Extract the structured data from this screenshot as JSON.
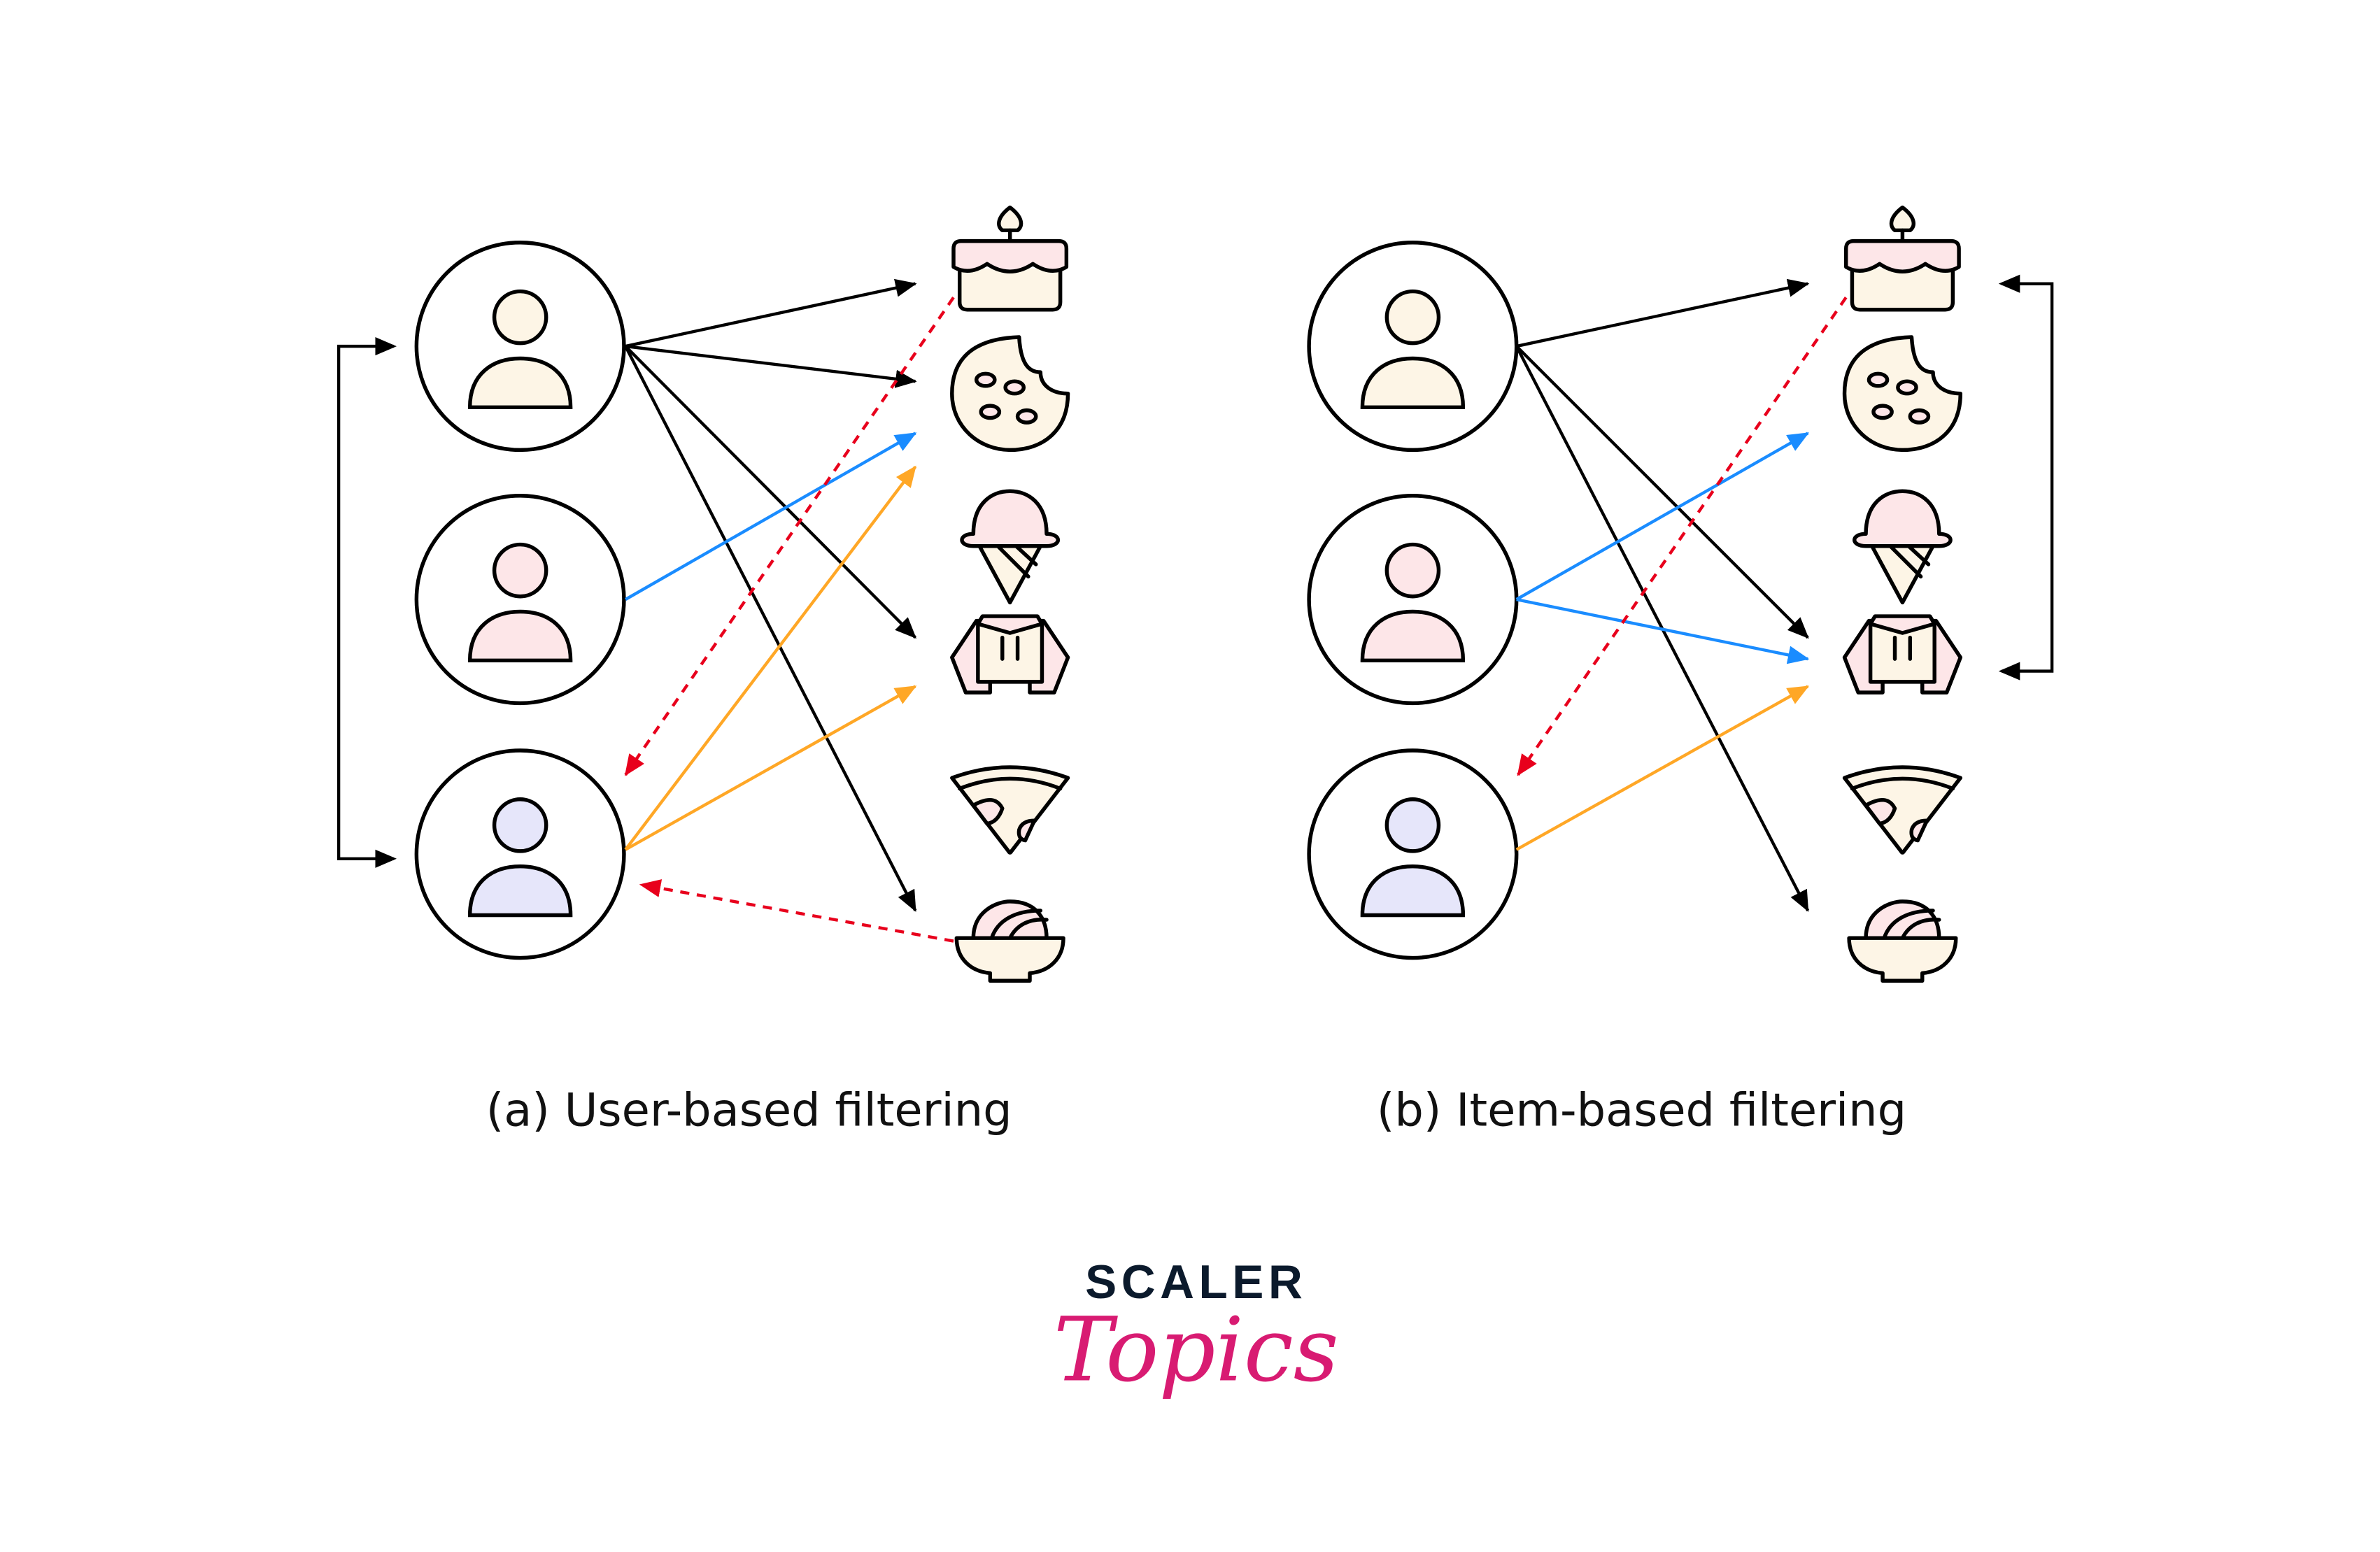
{
  "captions": {
    "user_based": "(a) User-based filtering",
    "item_based": "(b) Item-based filtering"
  },
  "logo": {
    "line1": "SCALER",
    "line2": "Topics"
  },
  "users": [
    "user-1",
    "user-2",
    "user-3"
  ],
  "items": [
    "cake-icon",
    "cookie-icon",
    "ice-cream-icon",
    "hoodie-icon",
    "pizza-icon",
    "noodle-bowl-icon"
  ],
  "colors": {
    "cream": "#FDF5E6",
    "pink": "#FDE6E8",
    "lavender": "#E6E6FA",
    "black_arrow": "#000000",
    "blue_arrow": "#1a8cff",
    "orange_arrow": "#ffa726",
    "red_dashed": "#e8001c",
    "brand_dark": "#0b1a2c",
    "brand_pink": "#d81b72"
  }
}
